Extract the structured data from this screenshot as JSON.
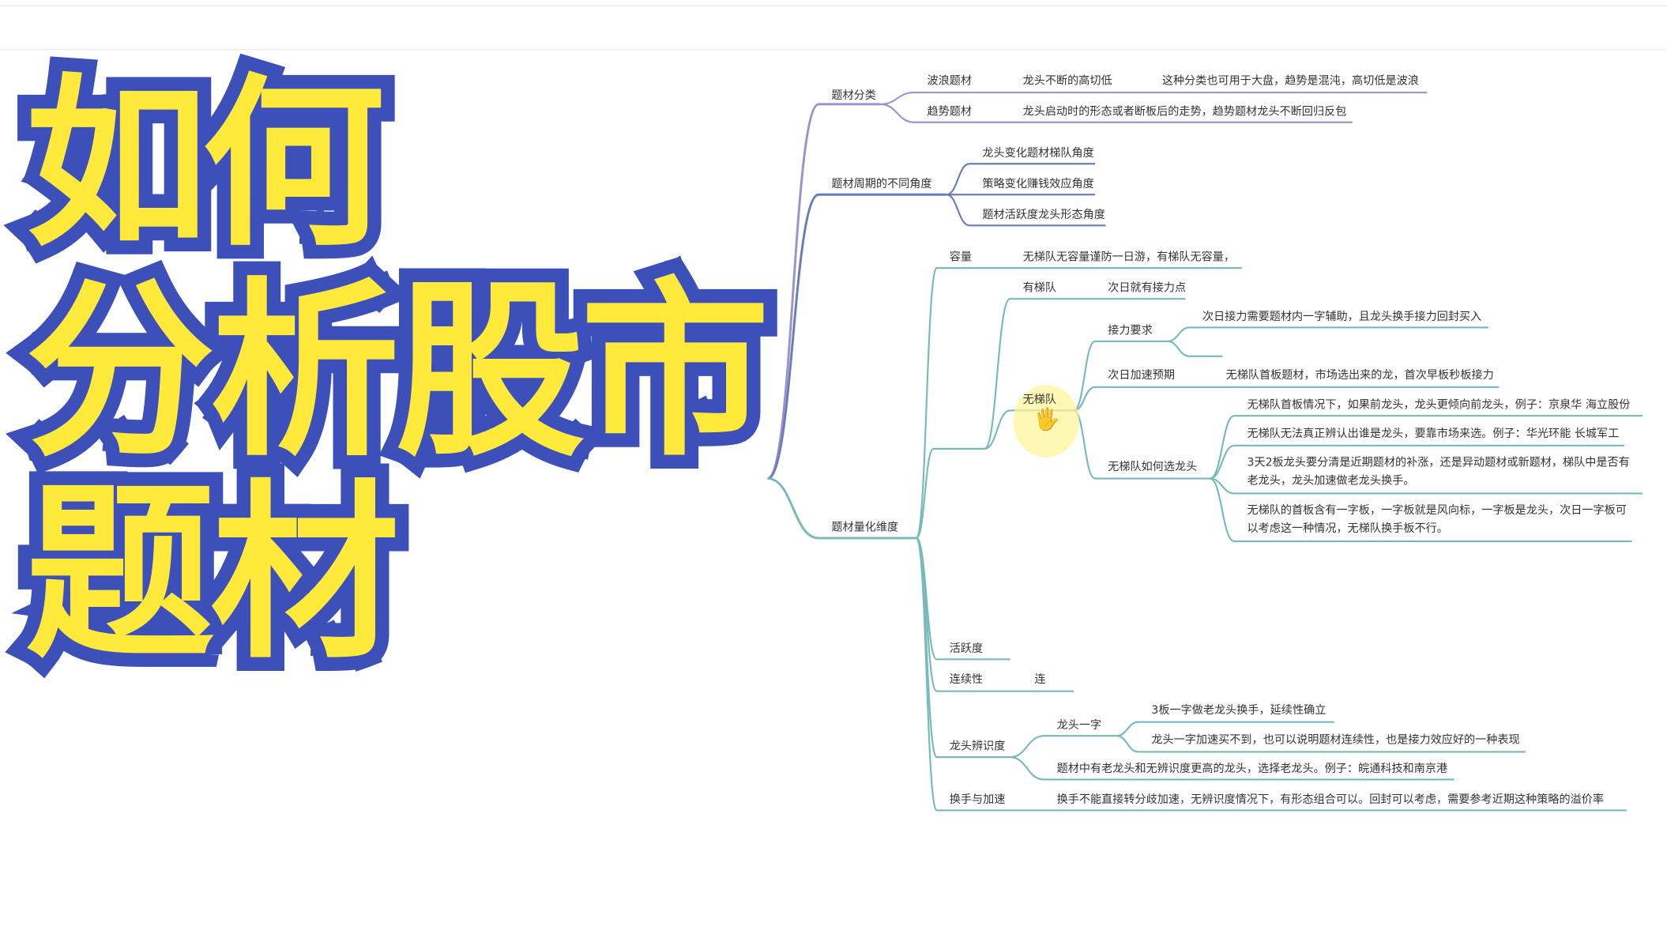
{
  "overlay_title": {
    "line1": "如何",
    "line2": "分析股市题材"
  },
  "colors": {
    "branch_classify": "#9d92cc",
    "branch_cycle": "#6b7db8",
    "branch_quant": "#78baba",
    "overlay_fill": "#ffe93b",
    "overlay_stroke": "#3d4fb8"
  },
  "mindmap": {
    "classify": {
      "label": "题材分类",
      "wave": {
        "label": "波浪题材",
        "detail1": "龙头不断的高切低",
        "detail2": "这种分类也可用于大盘，趋势是混沌，高切低是波浪"
      },
      "trend": {
        "label": "趋势题材",
        "detail": "龙头启动时的形态或者断板后的走势，趋势题材龙头不断回归反包"
      }
    },
    "cycle": {
      "label": "题材周期的不同角度",
      "items": [
        "龙头变化题材梯队角度",
        "策略变化赚钱效应角度",
        "题材活跃度龙头形态角度"
      ]
    },
    "quant": {
      "label": "题材量化维度",
      "capacity": {
        "label": "容量",
        "detail": "无梯队无容量谨防一日游，有梯队无容量，"
      },
      "has_ladder": {
        "label": "有梯队",
        "detail": "次日就有接力点"
      },
      "no_ladder": {
        "label": "无梯队",
        "relay_req": {
          "label": "接力要求",
          "detail": "次日接力需要题材内一字辅助，且龙头换手接力回封买入"
        },
        "next_accel": {
          "label": "次日加速预期",
          "detail": "无梯队首板题材，市场选出来的龙，首次早板秒板接力"
        },
        "pick_leader": {
          "label": "无梯队如何选龙头",
          "items": [
            "无梯队首板情况下，如果前龙头，龙头更倾向前龙头，例子：京泉华 海立股份",
            "无梯队无法真正辨认出谁是龙头，要靠市场来选。例子：华光环能 长城军工",
            "3天2板龙头要分清是近期题材的补涨，还是异动题材或新题材，梯队中是否有老龙头，龙头加速做老龙头换手。",
            "无梯队的首板含有一字板，一字板就是风向标，一字板是龙头，次日一字板可以考虑这一种情况，无梯队换手板不行。"
          ]
        }
      },
      "activity": {
        "label": "活跃度"
      },
      "continuity": {
        "label": "连续性",
        "detail": "连"
      },
      "leader_id": {
        "label": "龙头辨识度",
        "one_word": {
          "label": "龙头一字",
          "items": [
            "3板一字做老龙头换手，延续性确立",
            "龙头一字加速买不到，也可以说明题材连续性，也是接力效应好的一种表现"
          ]
        },
        "detail": "题材中有老龙头和无辨识度更高的龙头，选择老龙头。例子：皖通科技和南京港"
      },
      "turnover": {
        "label": "换手与加速",
        "detail": "换手不能直接转分歧加速，无辨识度情况下，有形态组合可以。回封可以考虑，需要参考近期这种策略的溢价率"
      }
    }
  }
}
